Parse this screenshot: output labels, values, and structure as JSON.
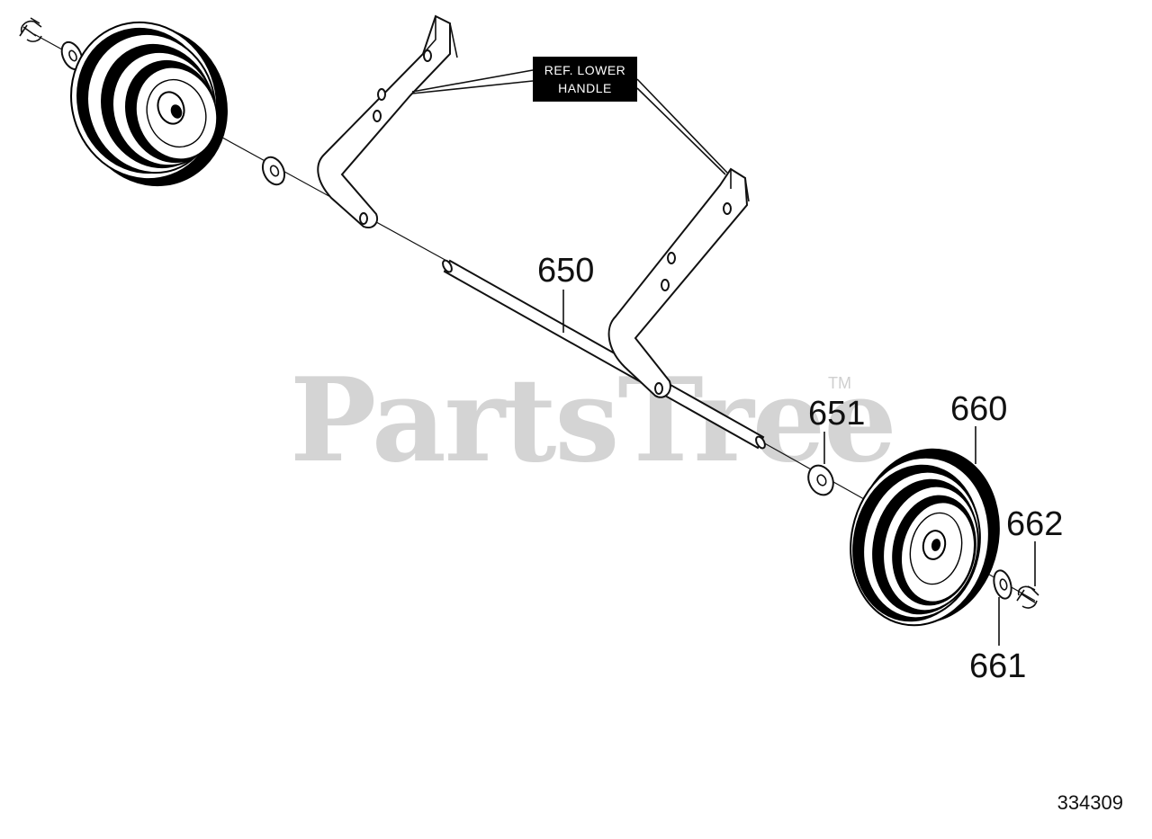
{
  "watermark": {
    "text": "PartsTree",
    "trademark": "TM"
  },
  "reference_label": {
    "line1": "REF. LOWER",
    "line2": "HANDLE"
  },
  "callouts": {
    "axle": "650",
    "washer_inner": "651",
    "wheel": "660",
    "washer_outer": "661",
    "clip": "662"
  },
  "figure_number": "334309",
  "colors": {
    "line": "#111111",
    "watermark": "#d4d4d4",
    "label_bg": "#000000"
  }
}
